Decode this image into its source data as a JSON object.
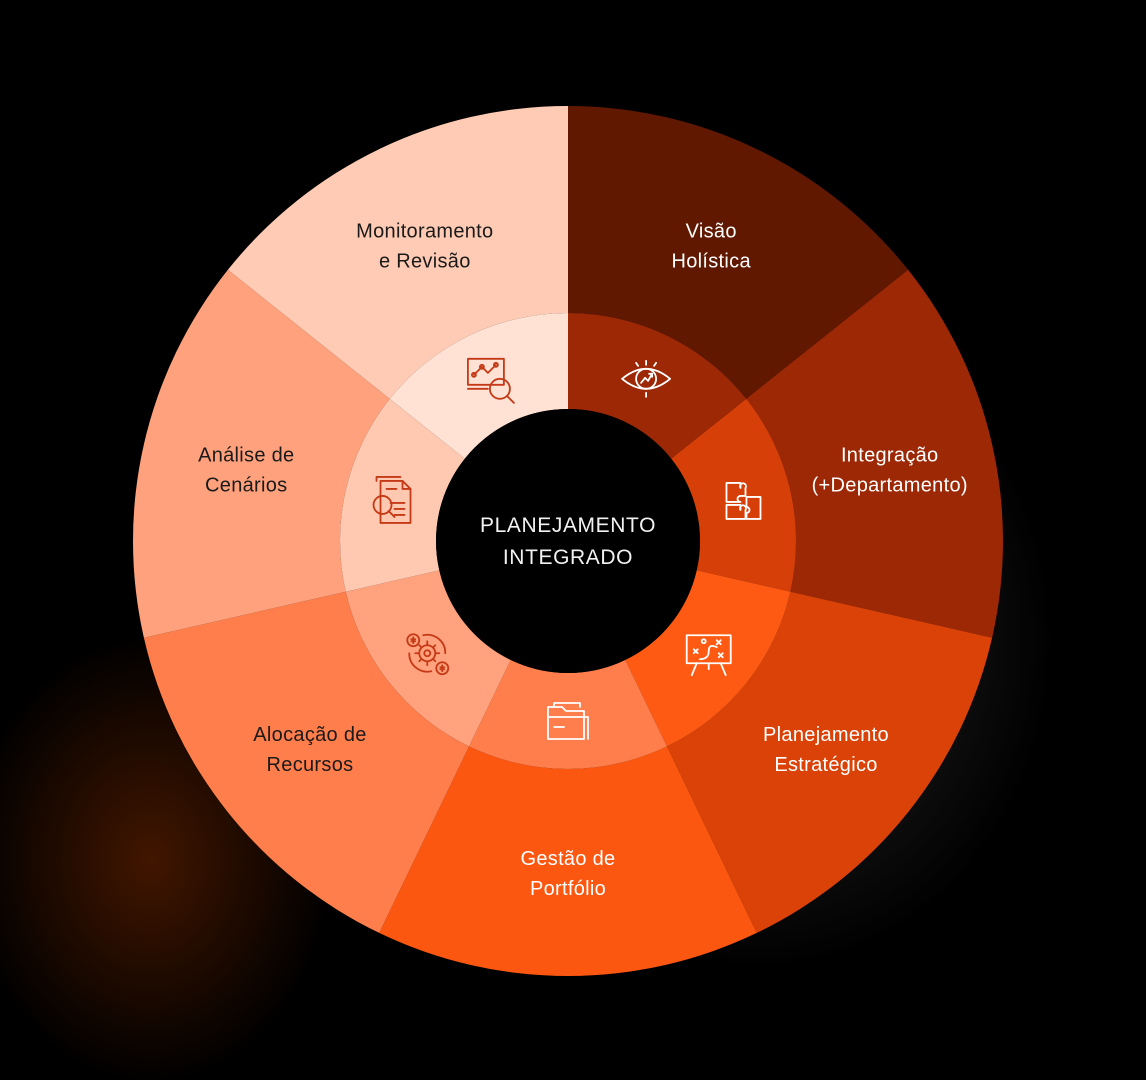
{
  "center": {
    "line1": "PLANEJAMENTO",
    "line2": "INTEGRADO"
  },
  "segments": [
    {
      "id": "visao-holistica",
      "line1": "Visão",
      "line2": "Holística",
      "outer_color": "#611800",
      "inner_color": "#9c2806",
      "text_color": "#ffffff",
      "icon": "eye-chart-icon",
      "icon_color": "#ffffff"
    },
    {
      "id": "integracao",
      "line1": "Integração",
      "line2": "(+Departamento)",
      "outer_color": "#9d2806",
      "inner_color": "#d63f08",
      "text_color": "#ffffff",
      "icon": "puzzle-icon",
      "icon_color": "#ffffff"
    },
    {
      "id": "planejamento-estrategico",
      "line1": "Planejamento",
      "line2": "Estratégico",
      "outer_color": "#db4207",
      "inner_color": "#fe5a14",
      "text_color": "#ffffff",
      "icon": "strategy-board-icon",
      "icon_color": "#ffffff"
    },
    {
      "id": "gestao-portfolio",
      "line1": "Gestão de",
      "line2": "Portfólio",
      "outer_color": "#fb5711",
      "inner_color": "#ff7e4b",
      "text_color": "#ffffff",
      "icon": "folder-icon",
      "icon_color": "#ffffff"
    },
    {
      "id": "alocacao-recursos",
      "line1": "Alocação de",
      "line2": "Recursos",
      "outer_color": "#ff7e4b",
      "inner_color": "#ffa27d",
      "text_color": "#1a1a1a",
      "icon": "gear-money-icon",
      "icon_color": "#c53a16"
    },
    {
      "id": "analise-cenarios",
      "line1": "Análise de",
      "line2": "Cenários",
      "outer_color": "#ffa17c",
      "inner_color": "#ffc8b0",
      "text_color": "#1a1a1a",
      "icon": "document-search-icon",
      "icon_color": "#c53a16"
    },
    {
      "id": "monitoramento-revisao",
      "line1": "Monitoramento",
      "line2": "e Revisão",
      "outer_color": "#ffcbb4",
      "inner_color": "#ffe2d4",
      "text_color": "#1a1a1a",
      "icon": "monitor-search-icon",
      "icon_color": "#c53a16"
    }
  ]
}
